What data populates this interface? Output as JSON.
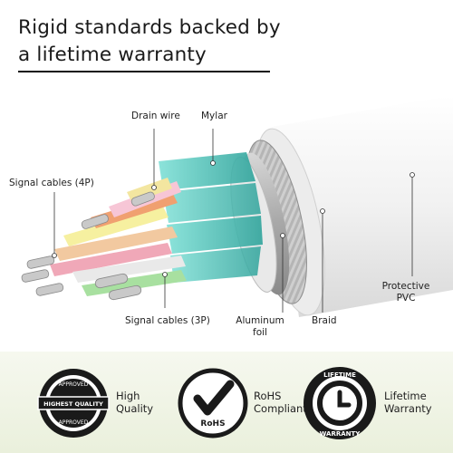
{
  "headline": {
    "line1": "Rigid standards backed by",
    "line2": "a lifetime warranty"
  },
  "callouts": {
    "drain_wire": "Drain wire",
    "mylar": "Mylar",
    "signal_4p": "Signal cables (4P)",
    "signal_3p": "Signal cables (3P)",
    "aluminum_line1": "Aluminum",
    "aluminum_line2": "foil",
    "braid": "Braid",
    "protective_line1": "Protective",
    "protective_line2": "PVC"
  },
  "badges": {
    "quality": {
      "seal_top": "APPROVED",
      "seal_banner": "HIGHEST QUALITY",
      "seal_bottom": "APPROVED",
      "label_line1": "High",
      "label_line2": "Quality"
    },
    "rohs": {
      "seal_text": "RoHS",
      "label_line1": "RoHS",
      "label_line2": "Compliant"
    },
    "warranty": {
      "seal_top": "LIFETIME",
      "seal_bottom": "WARRANTY",
      "label_line1": "Lifetime",
      "label_line2": "Warranty"
    }
  },
  "colors": {
    "background": "#ffffff",
    "bottom_band": "#eef2e2",
    "teal_shield": "#5cc9c0",
    "braid": "#b9b9b9",
    "pvc": "#f4f4f4"
  }
}
